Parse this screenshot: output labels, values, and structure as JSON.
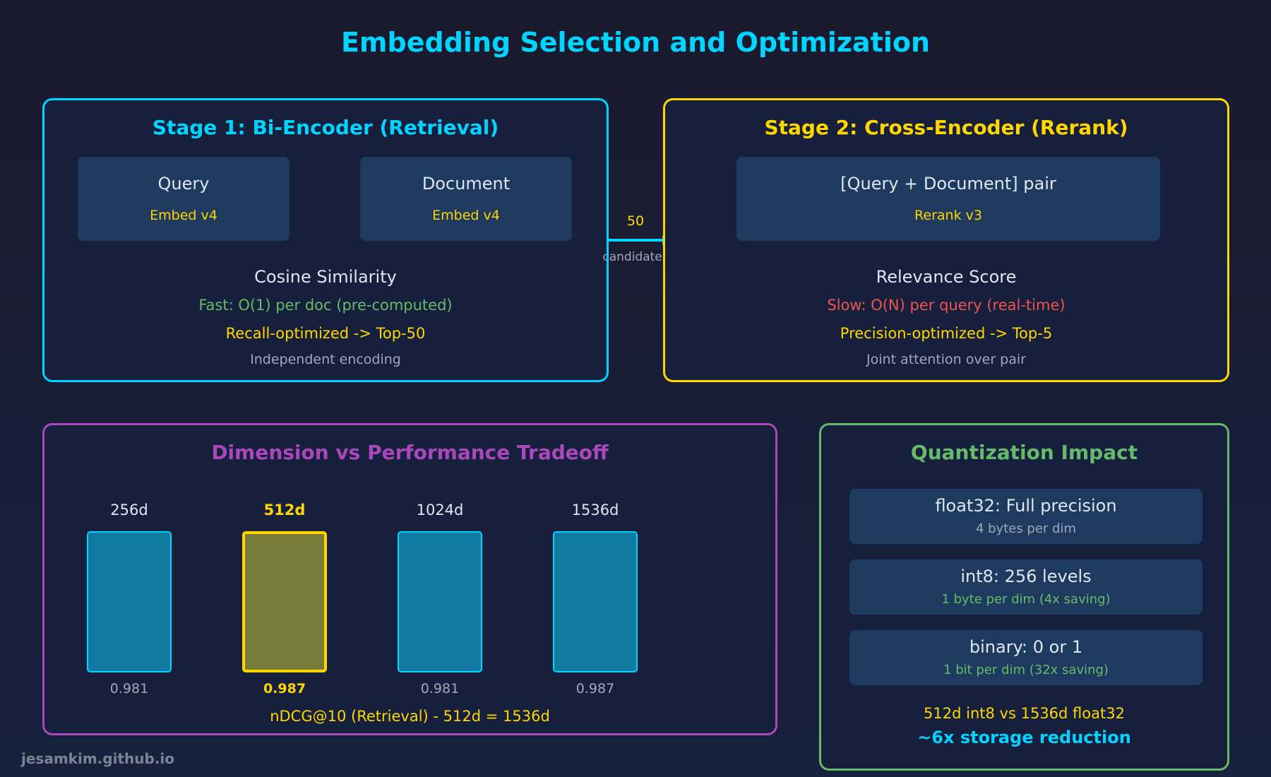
{
  "title": "Embedding Selection and Optimization",
  "stage1": {
    "title": "Stage 1: Bi-Encoder (Retrieval)",
    "boxes": [
      {
        "label": "Query",
        "model": "Embed v4"
      },
      {
        "label": "Document",
        "model": "Embed v4"
      }
    ],
    "metric": "Cosine Similarity",
    "speed": "Fast: O(1) per doc (pre-computed)",
    "goal": "Recall-optimized -> Top-50",
    "note": "Independent encoding"
  },
  "arrow": {
    "count": "50",
    "label": "candidates"
  },
  "stage2": {
    "title": "Stage 2: Cross-Encoder (Rerank)",
    "box": {
      "label": "[Query + Document] pair",
      "model": "Rerank v3"
    },
    "metric": "Relevance Score",
    "speed": "Slow: O(N) per query (real-time)",
    "goal": "Precision-optimized -> Top-5",
    "note": "Joint attention over pair"
  },
  "dimension": {
    "title": "Dimension vs Performance Tradeoff",
    "caption": "nDCG@10 (Retrieval) - 512d = 1536d",
    "bars": [
      {
        "label": "256d",
        "value": "0.981",
        "highlight": false
      },
      {
        "label": "512d",
        "value": "0.987",
        "highlight": true
      },
      {
        "label": "1024d",
        "value": "0.981",
        "highlight": false
      },
      {
        "label": "1536d",
        "value": "0.987",
        "highlight": false
      }
    ]
  },
  "chart_data": {
    "type": "bar",
    "categories": [
      "256d",
      "512d",
      "1024d",
      "1536d"
    ],
    "values": [
      0.981,
      0.987,
      0.981,
      0.987
    ],
    "title": "Dimension vs Performance Tradeoff",
    "xlabel": "",
    "ylabel": "",
    "caption": "nDCG@10 (Retrieval) - 512d = 1536d",
    "highlight": "512d"
  },
  "quantization": {
    "title": "Quantization Impact",
    "items": [
      {
        "label": "float32: Full precision",
        "detail": "4 bytes per dim"
      },
      {
        "label": "int8: 256 levels",
        "detail": "1 byte per dim (4x saving)"
      },
      {
        "label": "binary: 0 or 1",
        "detail": "1 bit per dim (32x saving)"
      }
    ],
    "summary": "512d int8 vs 1536d float32",
    "result": "~6x storage reduction"
  },
  "footer": "jesamkim.github.io",
  "colors": {
    "cyan": "#00d4ff",
    "yellow": "#ffd600",
    "purple": "#ab47bc",
    "green": "#66bb6a",
    "red": "#ef5350",
    "bar": "#117aa3",
    "bar_highlight": "#787a38"
  }
}
